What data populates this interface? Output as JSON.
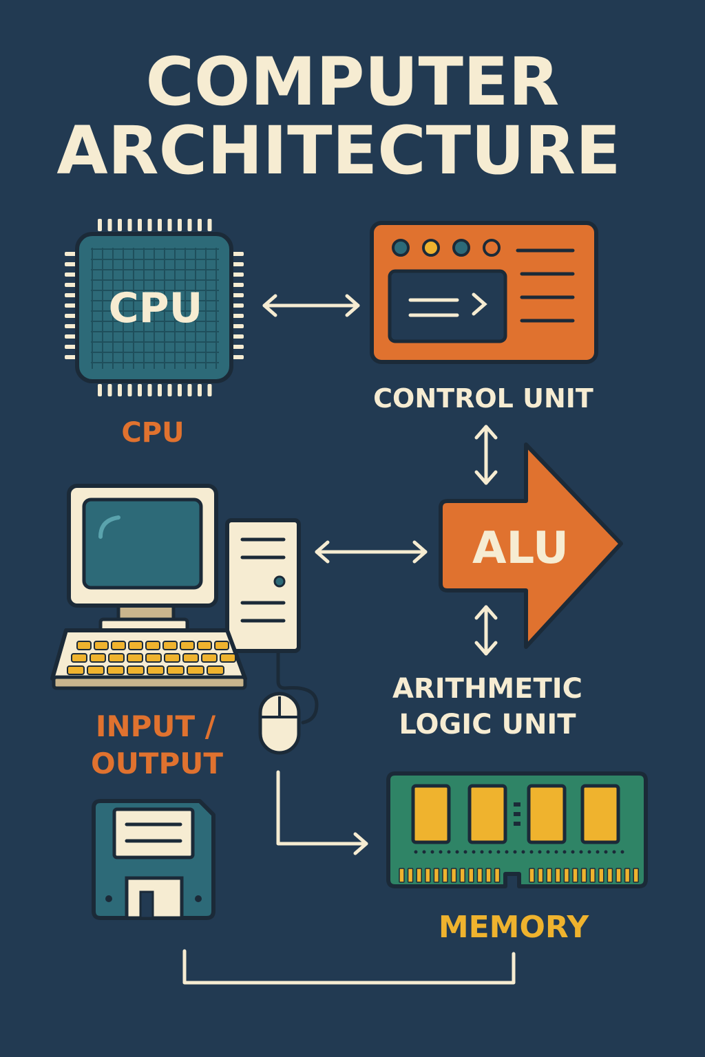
{
  "title": {
    "line1": "COMPUTER",
    "line2": "ARCHITECTURE"
  },
  "components": {
    "cpu": {
      "chip_text": "CPU",
      "label": "CPU"
    },
    "control_unit": {
      "label": "CONTROL UNIT"
    },
    "alu": {
      "arrow_text": "ALU",
      "label_line1": "ARITHMETIC",
      "label_line2": "LOGIC UNIT"
    },
    "io": {
      "label_line1": "INPUT /",
      "label_line2": "OUTPUT"
    },
    "memory": {
      "label": "MEMORY"
    }
  },
  "colors": {
    "background": "#223a52",
    "cream": "#f6ecd2",
    "orange": "#e0722f",
    "teal": "#2d6a78",
    "amber": "#efb32e",
    "green": "#2f8466",
    "outline": "#1b2a38"
  }
}
